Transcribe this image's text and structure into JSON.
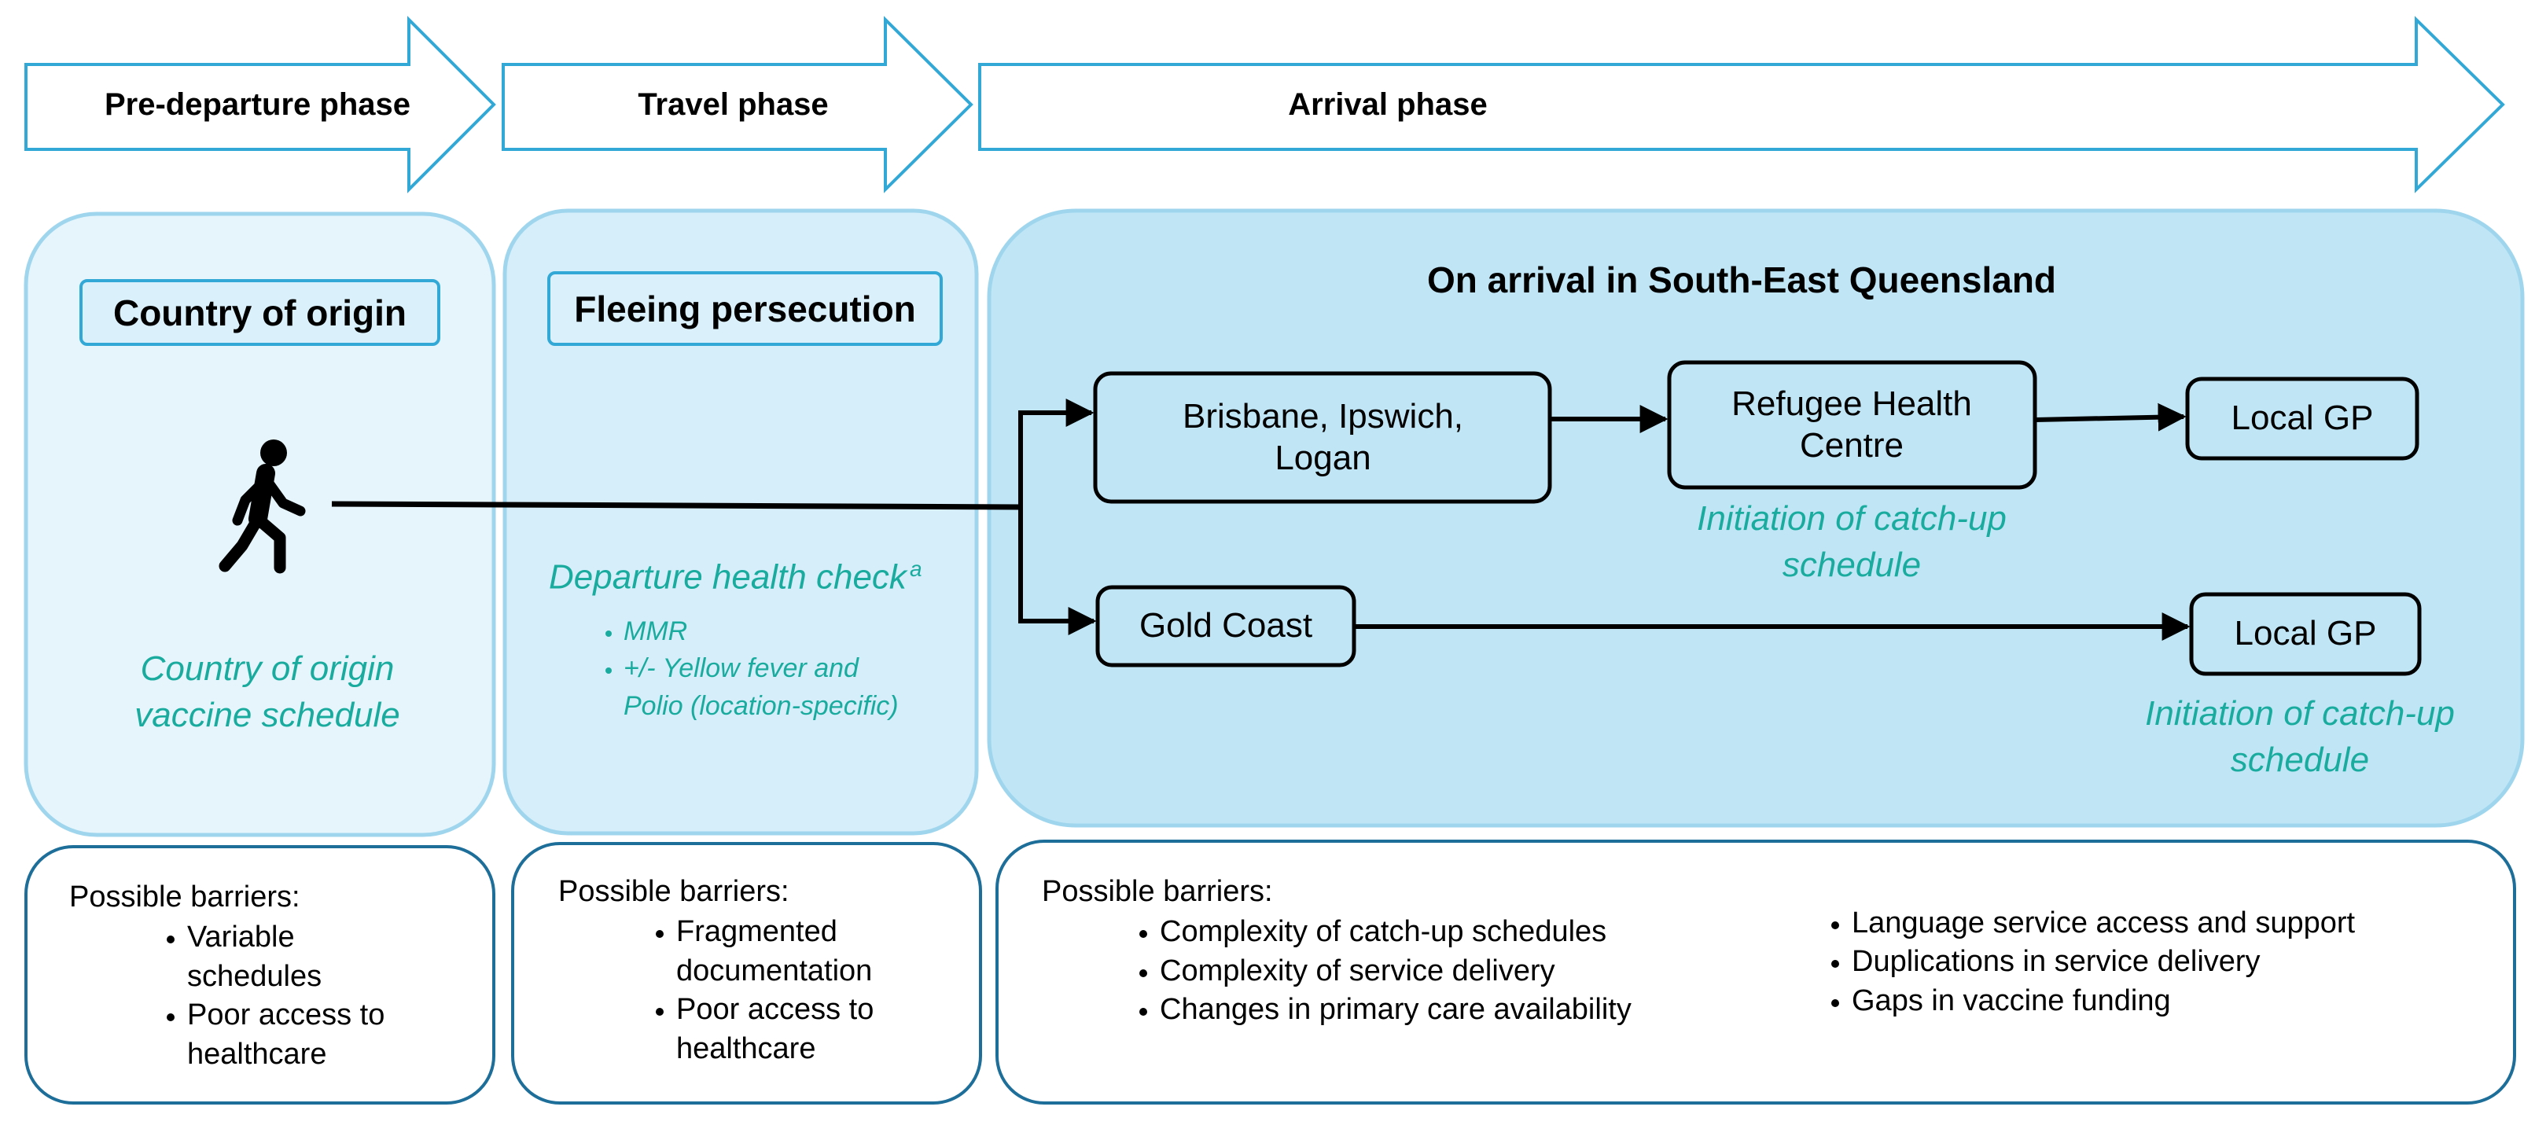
{
  "phases": {
    "pre_departure": "Pre-departure phase",
    "travel": "Travel phase",
    "arrival": "Arrival phase"
  },
  "sections": {
    "origin": {
      "title": "Country of origin",
      "note": "Country of origin vaccine schedule"
    },
    "fleeing": {
      "title": "Fleeing persecution",
      "check_title": "Departure health check",
      "check_marker": "a",
      "items": [
        "MMR",
        "+/- Yellow fever and Polio (location-specific)"
      ]
    },
    "arrival": {
      "title": "On arrival in South-East Queensland",
      "nodes": {
        "brisbane": "Brisbane, Ipswich, Logan",
        "refugee_centre": "Refugee Health Centre",
        "gp_top": "Local GP",
        "gold_coast": "Gold Coast",
        "gp_bottom": "Local GP"
      },
      "notes": {
        "refugee_catchup": "Initiation of catch-up schedule",
        "gp_catchup": "Initiation of catch-up schedule"
      }
    }
  },
  "barriers": {
    "heading": "Possible barriers:",
    "pre_departure": [
      "Variable schedules",
      "Poor access to healthcare"
    ],
    "travel": [
      "Fragmented documentation",
      "Poor access to healthcare"
    ],
    "arrival_left": [
      "Complexity of catch-up schedules",
      "Complexity of service delivery",
      "Changes in primary care availability"
    ],
    "arrival_right": [
      "Language service access and support",
      "Duplications in service delivery",
      "Gaps in vaccine funding"
    ]
  },
  "colors": {
    "accent_border": "#32a8d6",
    "panel_light": "#e6f5fc",
    "panel_mid": "#d6eef9",
    "panel_dark": "#c0e6f6",
    "teal_text": "#1aab9f"
  },
  "icons": {
    "person": "walking-person-icon"
  }
}
